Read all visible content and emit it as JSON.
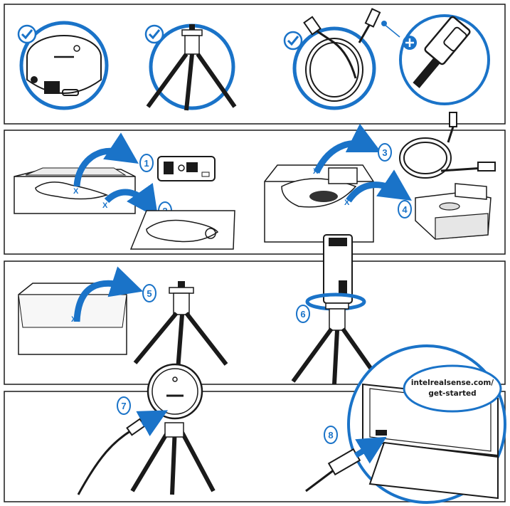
{
  "colors": {
    "accent": "#1a73c8",
    "line": "#1a1a1a",
    "panel_border": "#1a1a1a"
  },
  "panels": [
    {
      "id": "contents"
    },
    {
      "id": "unpack"
    },
    {
      "id": "tripod-mount"
    },
    {
      "id": "connect"
    }
  ],
  "markers": {
    "x": "X"
  },
  "steps": {
    "s1": "1",
    "s2": "2",
    "s3": "3",
    "s4": "4",
    "s5": "5",
    "s6": "6",
    "s7": "7",
    "s8": "8"
  },
  "callout": {
    "line1": "intelrealsense.com/",
    "line2": "get-started"
  }
}
